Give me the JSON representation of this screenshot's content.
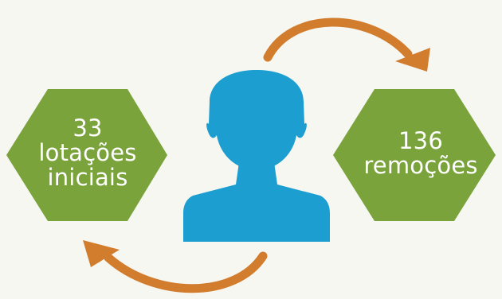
{
  "colors": {
    "background": "#f7f7f2",
    "hexagon": "#7aa33c",
    "person": "#1c9fd0",
    "arrow": "#d27c2e",
    "text": "#ffffff"
  },
  "left_hexagon": {
    "number": "33",
    "line1": "lotações",
    "line2": "iniciais"
  },
  "right_hexagon": {
    "number": "136",
    "line1": "remoções"
  },
  "icons": {
    "center": "person-icon",
    "top_arrow": "curved-arrow-right-icon",
    "bottom_arrow": "curved-arrow-left-icon"
  }
}
